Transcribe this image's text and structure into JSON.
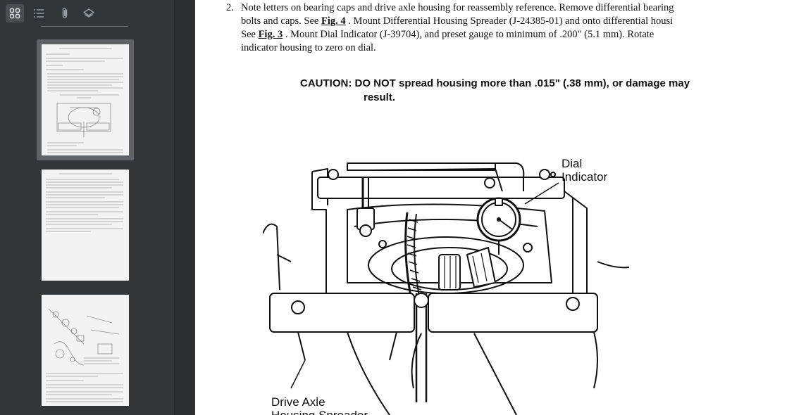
{
  "sidebar": {
    "tools": [
      {
        "id": "thumbnails",
        "icon": "grid-icon"
      },
      {
        "id": "outline",
        "icon": "list-icon"
      },
      {
        "id": "attachments",
        "icon": "paperclip-icon"
      },
      {
        "id": "layers",
        "icon": "layers-icon"
      }
    ],
    "pages": [
      {
        "page": 1,
        "selected": true
      },
      {
        "page": 2,
        "selected": false
      },
      {
        "page": 3,
        "selected": false
      }
    ]
  },
  "document": {
    "step": {
      "number": "2.",
      "line1": "Note letters on bearing caps and drive axle housing for reassembly reference. Remove differential bearing",
      "line2_pre": "bolts and caps. See ",
      "line2_link": "Fig. 4",
      "line2_post": " . Mount Differential Housing Spreader (J-24385-01) and onto differential housi",
      "line3_pre": "See ",
      "line3_link": "Fig. 3",
      "line3_post": " . Mount Dial Indicator (J-39704), and preset gauge to minimum of .200\" (5.1 mm). Rotate",
      "line4": "indicator housing to zero on dial."
    },
    "caution": {
      "line1": "CAUTION: DO NOT spread housing more than .015\" (.38 mm), or damage may",
      "line2": "result."
    },
    "figure": {
      "label_dial_1": "Dial",
      "label_dial_2": "Indicator",
      "label_axle_1": "Drive Axle",
      "label_axle_2": "Housing Spreader"
    }
  }
}
